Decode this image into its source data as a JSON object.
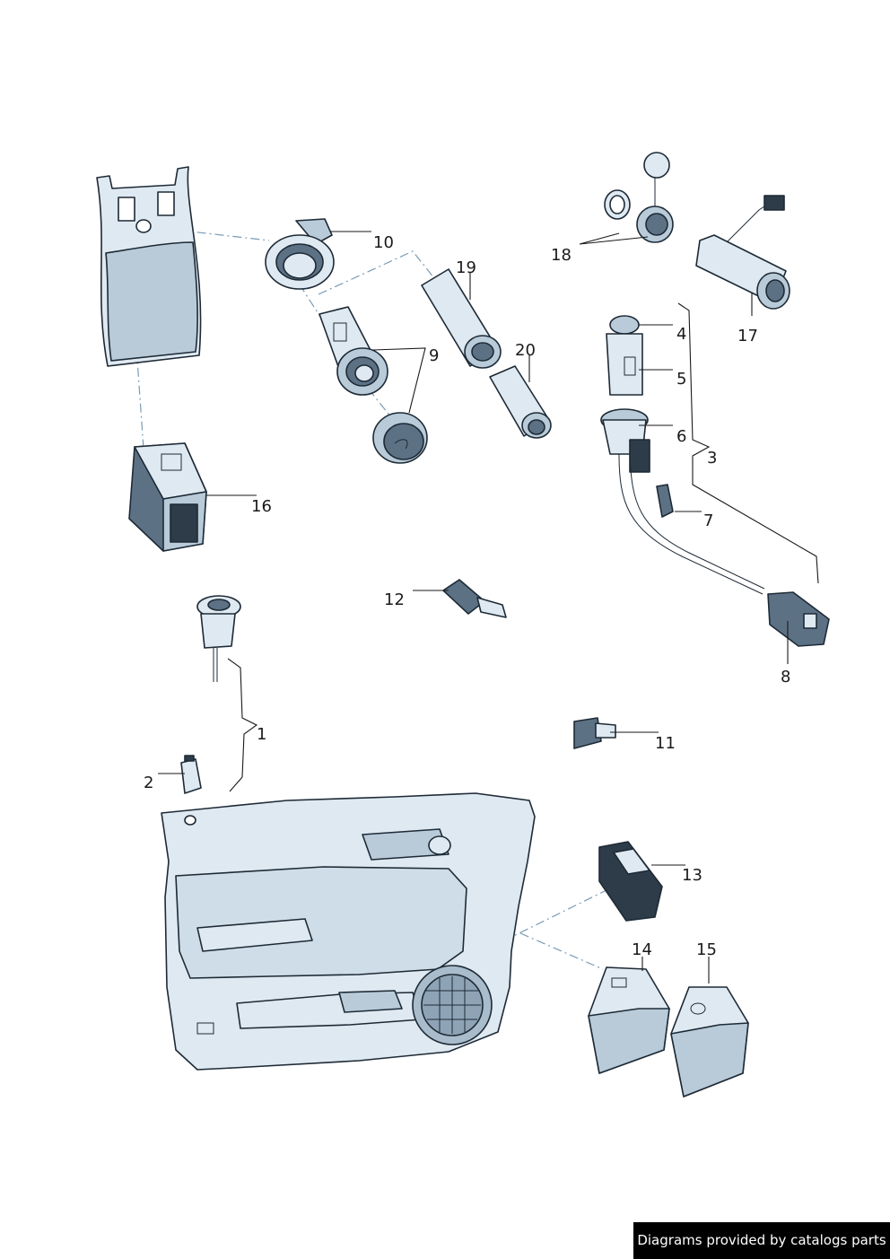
{
  "callouts": {
    "c1": "1",
    "c2": "2",
    "c3": "3",
    "c4": "4",
    "c5": "5",
    "c6": "6",
    "c7": "7",
    "c8": "8",
    "c9": "9",
    "c10": "10",
    "c11": "11",
    "c12": "12",
    "c13": "13",
    "c14": "14",
    "c15": "15",
    "c16": "16",
    "c17": "17",
    "c18": "18",
    "c19": "19",
    "c20": "20"
  },
  "footer": {
    "credit": "Diagrams provided by catalogs parts"
  },
  "colors": {
    "part_fill": "#dfe9f1",
    "part_mid": "#b9cbd9",
    "outline": "#1d2a36",
    "dash_line": "#7a9bb4"
  }
}
